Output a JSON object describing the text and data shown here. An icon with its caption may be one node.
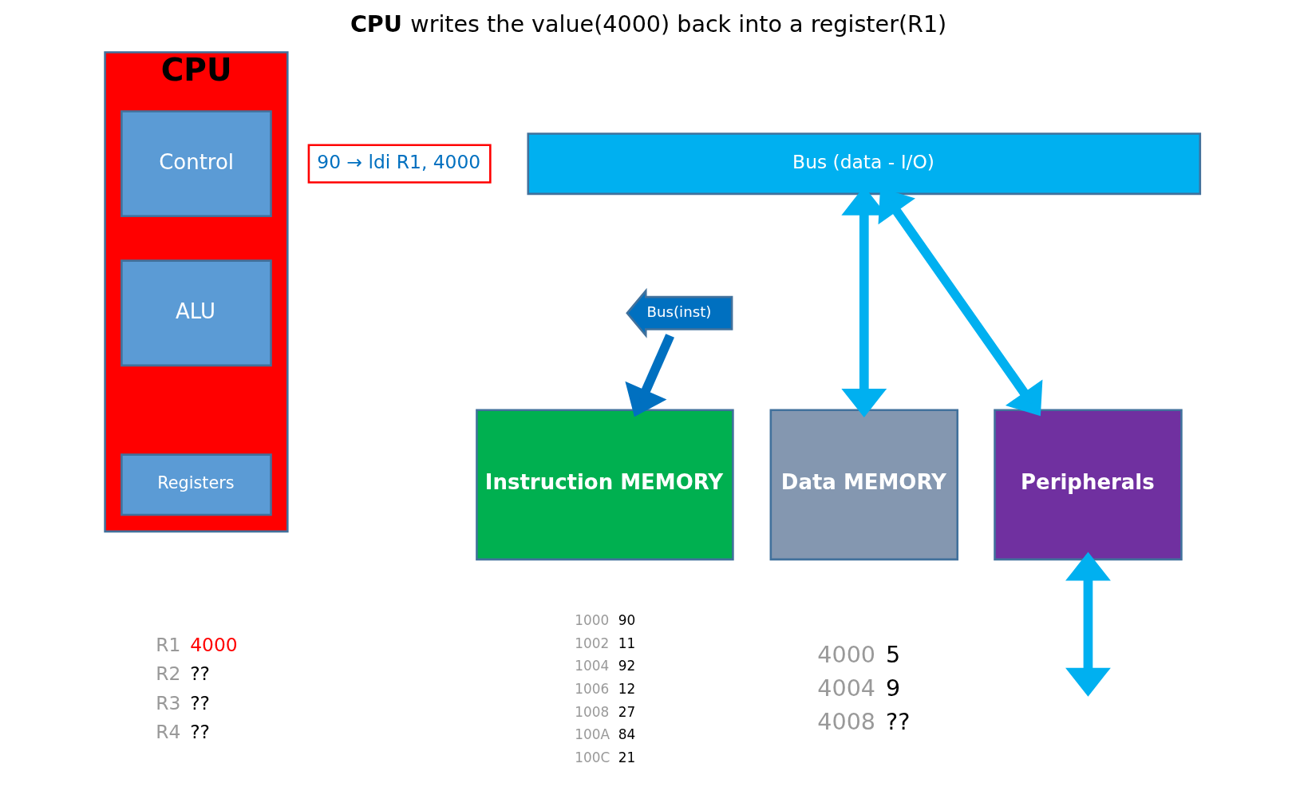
{
  "diagram": {
    "title": "**CPU** writes the value(4000) back into a register(R1)",
    "nodes": [
      {
        "text": [
          "CPU"
        ]
      },
      {
        "text": [
          "Control"
        ],
        "in": 0
      },
      {
        "text": [
          "ALU"
        ],
        "in": 0
      },
      {
        "text": [
          "Registers"
        ],
        "in": 0
      },
      {
        "text": [
          "Bus (data - I/O)"
        ]
      },
      {
        "text": [
          "Bus(inst)"
        ]
      },
      {
        "text": [
          "Instruction MEMORY"
        ]
      },
      {
        "text": [
          "Data MEMORY"
        ]
      },
      {
        "text": [
          "Peripherals"
        ]
      },
      {
        "text": [
          "90 → ldi R1, 4000"
        ]
      }
    ],
    "edges": [
      {
        "from": 5,
        "to": 6,
        "arrow": "to",
        "color": "#0070c0"
      },
      {
        "from": 4,
        "to": 7,
        "arrow": "both"
      },
      {
        "from": 4,
        "to": 8,
        "arrow": "both"
      },
      {
        "from": 8,
        "to": null,
        "arrow": "both"
      }
    ],
    "labels": [
      "R1",
      "4000",
      "R2",
      "??",
      "R3",
      "??",
      "R4",
      "??",
      "1000",
      "90",
      "1002",
      "11",
      "1004",
      "92",
      "1006",
      "12",
      "1008",
      "27",
      "100A",
      "84",
      "100C",
      "21",
      "4000",
      "5",
      "4004",
      "9",
      "4008",
      "??"
    ]
  }
}
